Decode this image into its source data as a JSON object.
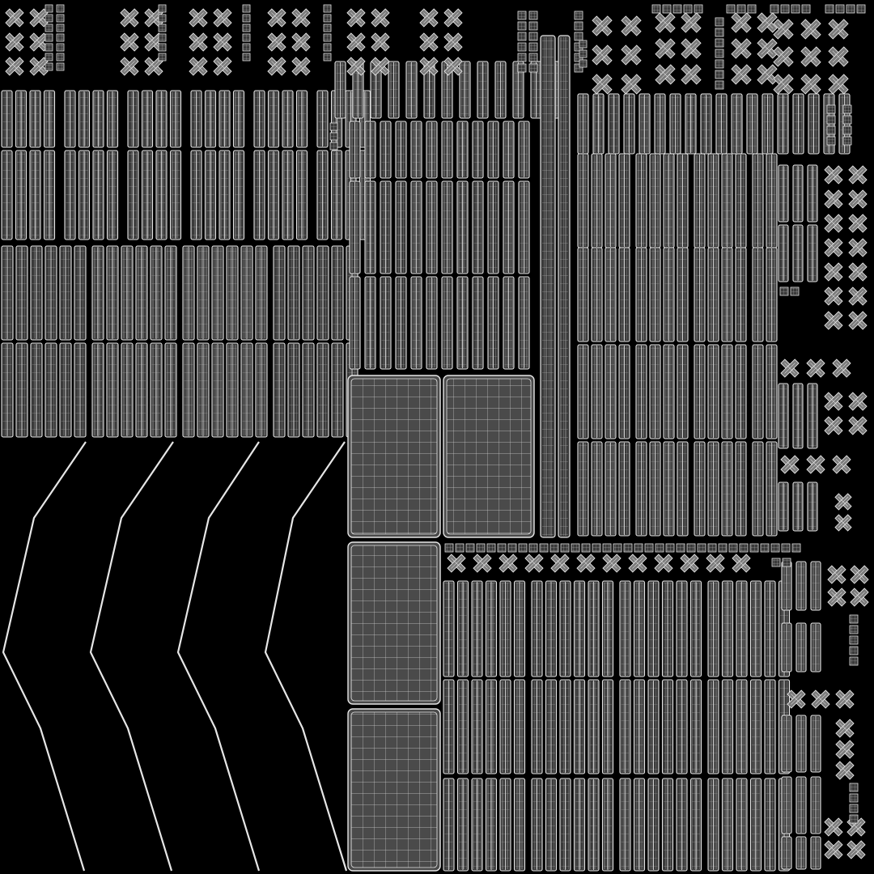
{
  "colors": {
    "background": "#000000",
    "wire": "#e6e6e6",
    "wire_dim": "#9a9a9a",
    "fill": "#3a3a3a",
    "fill_light": "#4a4a4a"
  },
  "icons": {
    "cross_island": "x-shaped-uv-island",
    "strip_island": "vertical-strip-uv-island",
    "panel_island": "quad-panel-uv-island",
    "curve_island": "curved-line-uv-island"
  }
}
